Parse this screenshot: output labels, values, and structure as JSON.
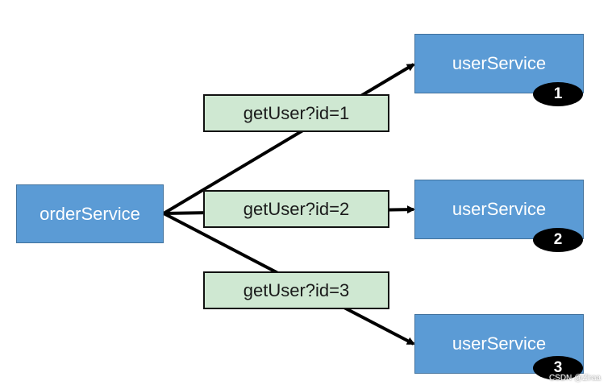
{
  "nodes": {
    "source": "orderService",
    "targets": [
      "userService",
      "userService",
      "userService"
    ]
  },
  "requests": [
    "getUser?id=1",
    "getUser?id=2",
    "getUser?id=3"
  ],
  "badges": [
    "1",
    "2",
    "3"
  ],
  "watermark": "CSDN @Ziraa",
  "colors": {
    "node_fill": "#5b9bd5",
    "label_fill": "#cfe8d2",
    "arrow": "#000000"
  }
}
